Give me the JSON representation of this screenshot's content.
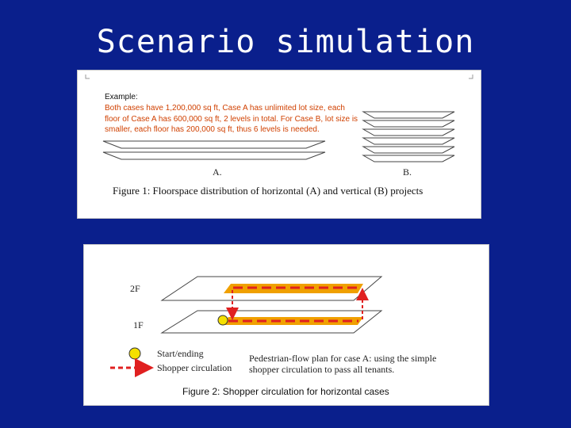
{
  "slide": {
    "title": "Scenario simulation",
    "background_color": "#0a1f8c",
    "side_mark": "!"
  },
  "figure1": {
    "heading": "Example:",
    "body": "Both cases have 1,200,000 sq ft, Case A has unlimited lot size, each floor of Case A has 600,000 sq ft, 2 levels in total. For Case B, lot size is smaller, each floor has 200,000 sq ft, thus 6 levels is needed.",
    "label_a": "A.",
    "label_b": "B.",
    "caption": "Figure 1: Floorspace distribution of horizontal (A) and vertical (B) projects",
    "text_accent_color": "#d04000"
  },
  "figure2": {
    "floor_2f": "2F",
    "floor_1f": "1F",
    "legend_start": "Start/ending",
    "legend_circulation": "Shopper circulation",
    "plan_description": "Pedestrian-flow plan for case A: using the simple shopper circulation to pass all tenants.",
    "caption": "Figure 2: Shopper circulation for horizontal cases",
    "path_color": "#e02020",
    "floor_fill_color": "#f0a000",
    "start_marker_color": "#f5e000"
  }
}
